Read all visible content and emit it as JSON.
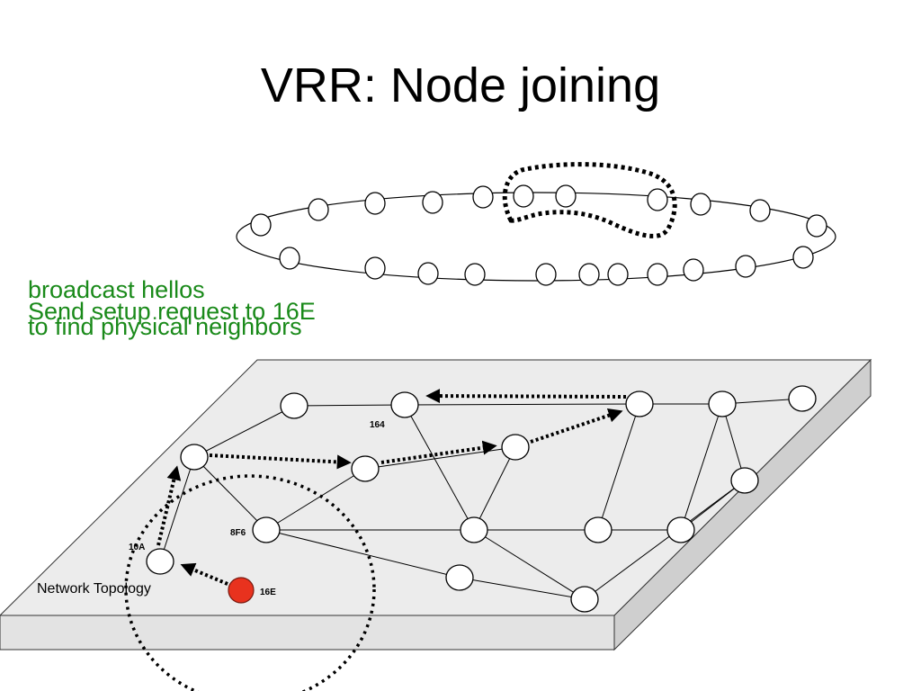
{
  "title": "VRR: Node joining",
  "annotations": {
    "line1": "broadcast hellos",
    "line2": "Send setup request to 16E",
    "line3": "to find physical neighbors"
  },
  "topology": {
    "label": "Network Topology",
    "node_labels": {
      "n164": "164",
      "n8F6": "8F6",
      "n10A": "10A",
      "n16E": "16E"
    }
  },
  "colors": {
    "joining_node": "#e8321e",
    "plane_top": "#ececec",
    "plane_side": "#d0d0d0",
    "annotation": "#1a8a1a"
  }
}
